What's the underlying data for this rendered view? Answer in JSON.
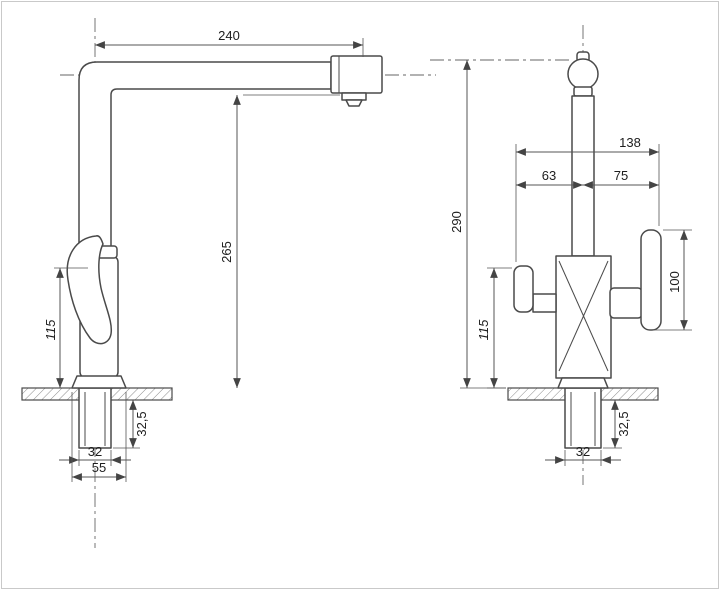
{
  "drawing": {
    "side": {
      "spout_reach": "240",
      "outlet_height": "265",
      "handle_height": "115",
      "shank_length": "32,5",
      "shank_width": "32",
      "base_width": "55"
    },
    "front": {
      "total_height": "290",
      "total_width": "138",
      "left_offset": "63",
      "right_offset": "75",
      "lever_height": "100",
      "body_height": "115",
      "shank_length": "32,5",
      "shank_width": "32"
    }
  }
}
